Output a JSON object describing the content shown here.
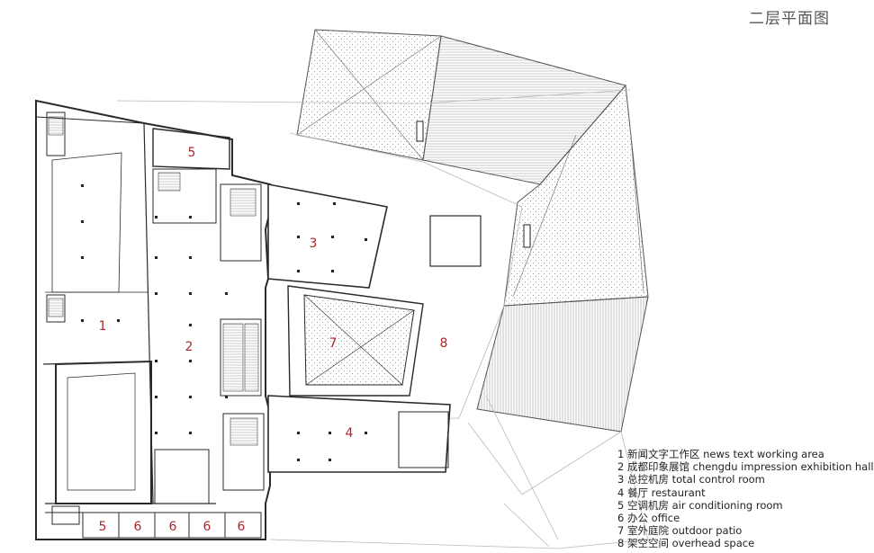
{
  "title": "二层平面图",
  "labels": {
    "l1": "1",
    "l2": "2",
    "l3": "3",
    "l4": "4",
    "l5a": "5",
    "l5b": "5",
    "l6a": "6",
    "l6b": "6",
    "l6c": "6",
    "l6d": "6",
    "l7": "7",
    "l8": "8"
  },
  "legend": [
    "1 新闻文字工作区 news text working area",
    "2 成都印象展馆 chengdu impression exhibition hall",
    "3 总控机房 total control room",
    "4 餐厅 restaurant",
    "5 空调机房 air conditioning room",
    "6 办公 office",
    "7 室外庭院 outdoor patio",
    "8 架空空间 overhead space"
  ],
  "colors": {
    "label_red": "#b0262d",
    "line": "#333333",
    "hatch": "#999999"
  }
}
